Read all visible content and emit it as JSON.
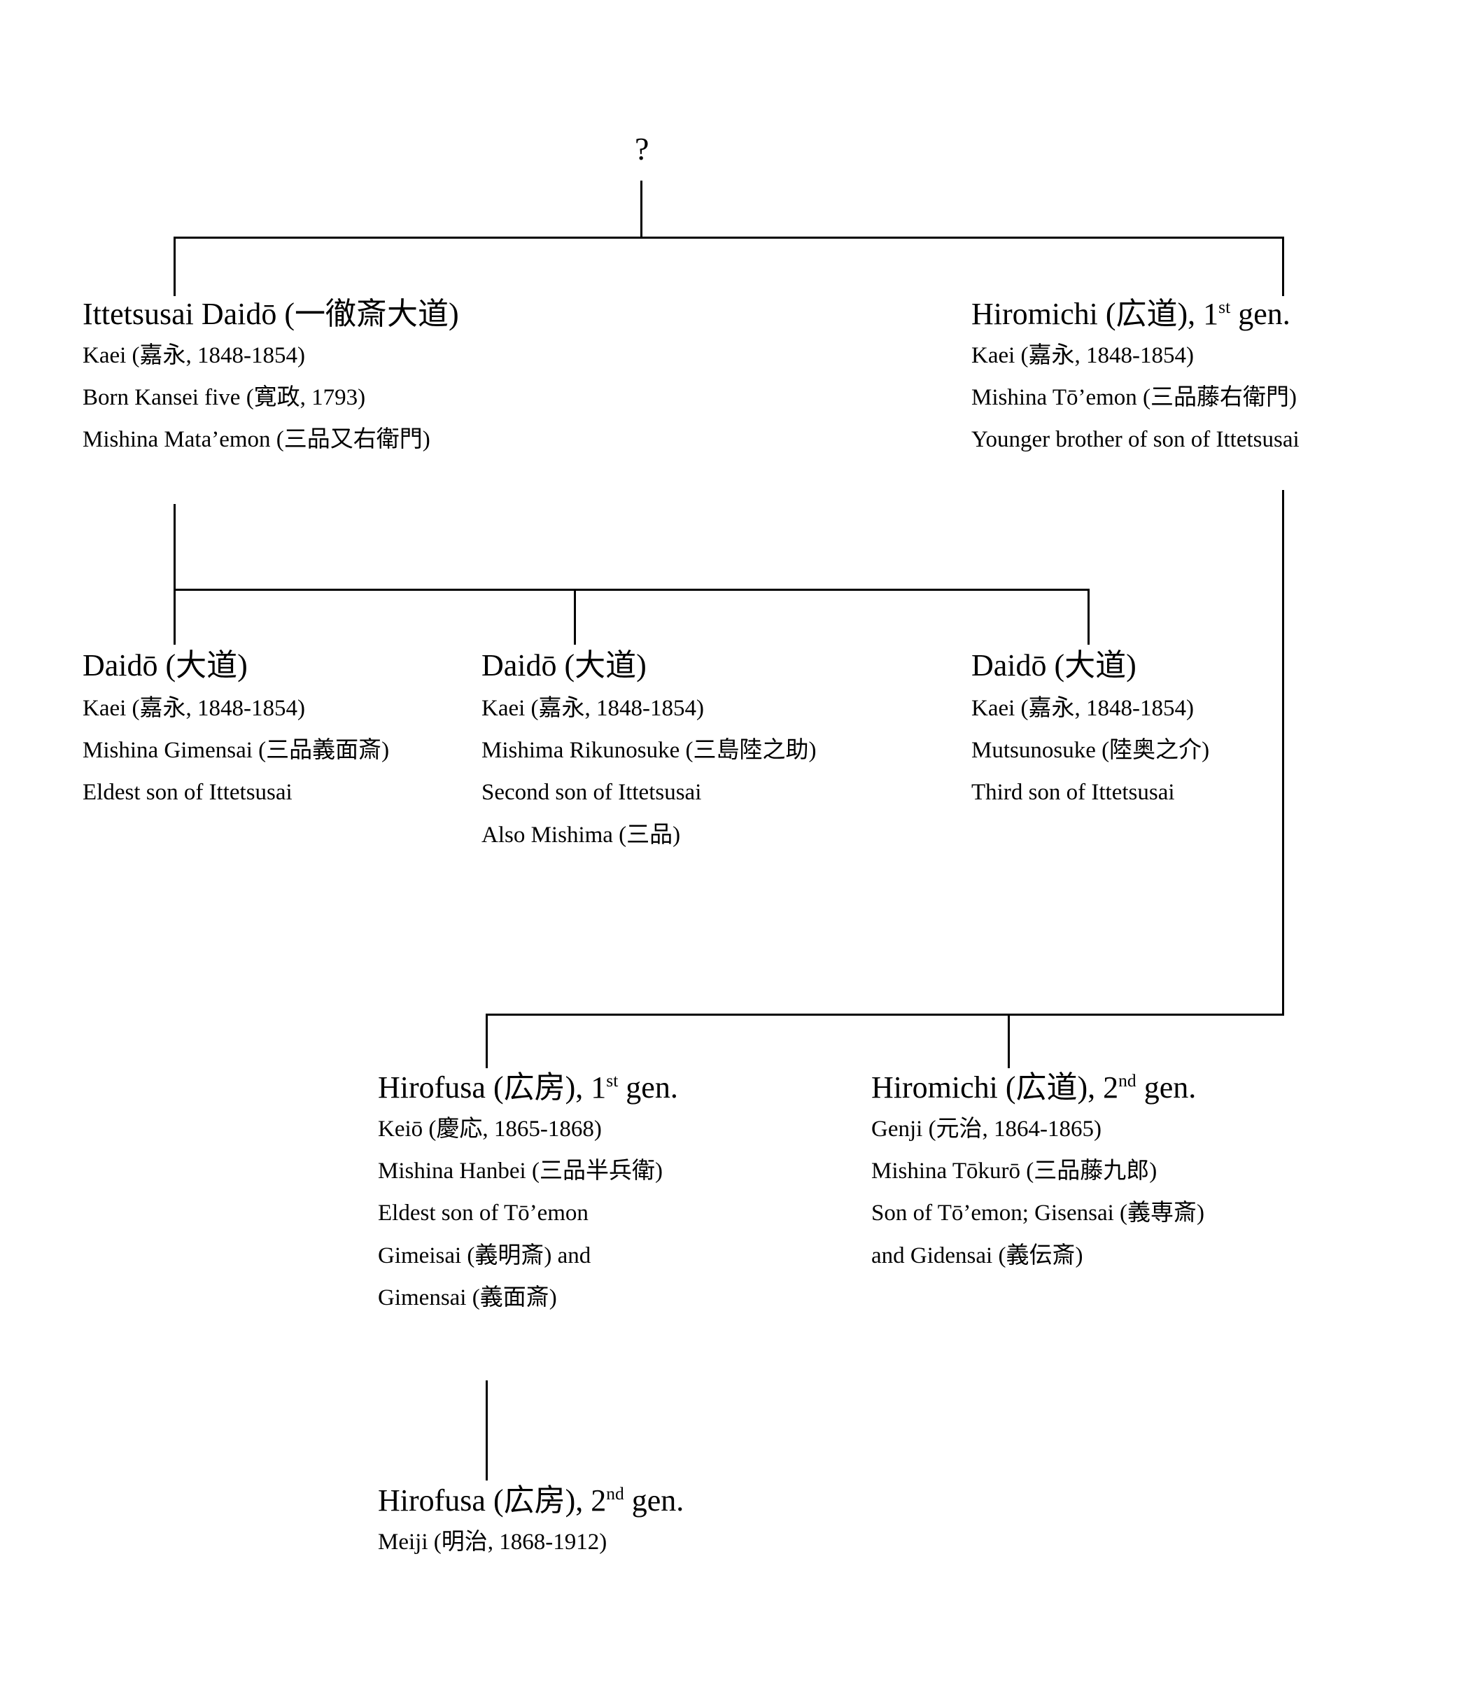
{
  "diagram": {
    "root": {
      "label": "?"
    },
    "nodes": {
      "ittetsusai": {
        "name_main": "Ittetsusai Daidō (一徹斎大道)",
        "details": [
          "Kaei (嘉永, 1848-1854)",
          "Born Kansei five (寛政, 1793)",
          "Mishina Mata’emon (三品又右衛門)"
        ]
      },
      "hiromichi_1st": {
        "name_main": "Hiromichi (広道), 1",
        "name_sup": "st",
        "name_tail": " gen.",
        "details": [
          "Kaei (嘉永, 1848-1854)",
          "Mishina Tō’emon (三品藤右衛門)",
          "Younger brother of son of Ittetsusai"
        ]
      },
      "daido_eldest": {
        "name_main": "Daidō (大道)",
        "details": [
          "Kaei (嘉永, 1848-1854)",
          "Mishina Gimensai (三品義面斎)",
          "Eldest son of Ittetsusai"
        ]
      },
      "daido_second": {
        "name_main": "Daidō (大道)",
        "details": [
          "Kaei (嘉永, 1848-1854)",
          "Mishima Rikunosuke (三島陸之助)",
          "Second son of Ittetsusai",
          "Also Mishima (三品)"
        ]
      },
      "daido_third": {
        "name_main": "Daidō (大道)",
        "details": [
          "Kaei (嘉永, 1848-1854)",
          "Mutsunosuke (陸奥之介)",
          "Third son of Ittetsusai"
        ]
      },
      "hirofusa_1st": {
        "name_main": "Hirofusa (広房), 1",
        "name_sup": "st",
        "name_tail": " gen.",
        "details": [
          "Keiō (慶応, 1865-1868)",
          "Mishina Hanbei (三品半兵衛)",
          "Eldest son of Tō’emon",
          "Gimeisai (義明斎) and",
          "Gimensai (義面斎)"
        ]
      },
      "hiromichi_2nd": {
        "name_main": "Hiromichi (広道), 2",
        "name_sup": "nd",
        "name_tail": " gen.",
        "details": [
          "Genji (元治, 1864-1865)",
          "Mishina Tōkurō (三品藤九郎)",
          "Son of Tō’emon; Gisensai (義専斎)",
          "and Gidensai (義伝斎)"
        ]
      },
      "hirofusa_2nd": {
        "name_main": "Hirofusa (広房), 2",
        "name_sup": "nd",
        "name_tail": " gen.",
        "details": [
          "Meiji (明治, 1868-1912)"
        ]
      }
    },
    "colors": {
      "line": "#000000",
      "text": "#000000",
      "background": "#ffffff"
    }
  }
}
